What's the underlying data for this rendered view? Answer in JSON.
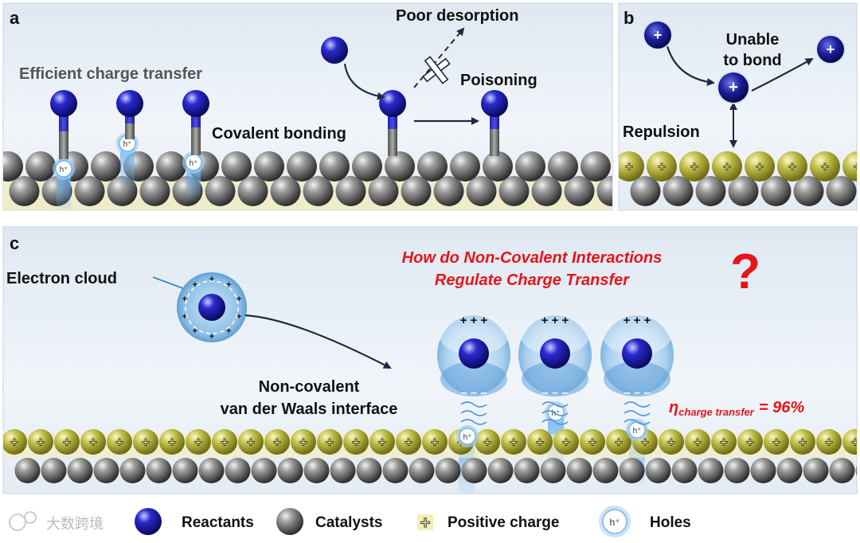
{
  "panels": {
    "a": {
      "letter": "a",
      "efficient": "Efficient charge transfer",
      "poor_desorption": "Poor desorption",
      "poisoning": "Poisoning",
      "covalent": "Covalent bonding"
    },
    "b": {
      "letter": "b",
      "unable_1": "Unable",
      "unable_2": "to bond",
      "repulsion": "Repulsion"
    },
    "c": {
      "letter": "c",
      "electron_cloud": "Electron cloud",
      "question_1": "How do Non-Covalent Interactions",
      "question_2": "Regulate Charge Transfer",
      "question_mark": "?",
      "noncov_1": "Non-covalent",
      "noncov_2": "van der Waals interface",
      "eta_symbol": "η",
      "eta_sub": "charge transfer",
      "eta_value": "= 96%"
    }
  },
  "symbols": {
    "hole": "h⁺",
    "plus": "+",
    "plus3": "+ + +",
    "minus3": "– – –"
  },
  "legend": {
    "reactants": "Reactants",
    "catalysts": "Catalysts",
    "positive": "Positive charge",
    "holes": "Holes"
  },
  "watermark": "大数跨境",
  "colors": {
    "reactant": "#1f1fb8",
    "catalyst": "#4a4a4a",
    "positive_atom": "#b5b23a",
    "highlight_red": "#e8141a",
    "hole_glow": "#5aa9ea"
  }
}
